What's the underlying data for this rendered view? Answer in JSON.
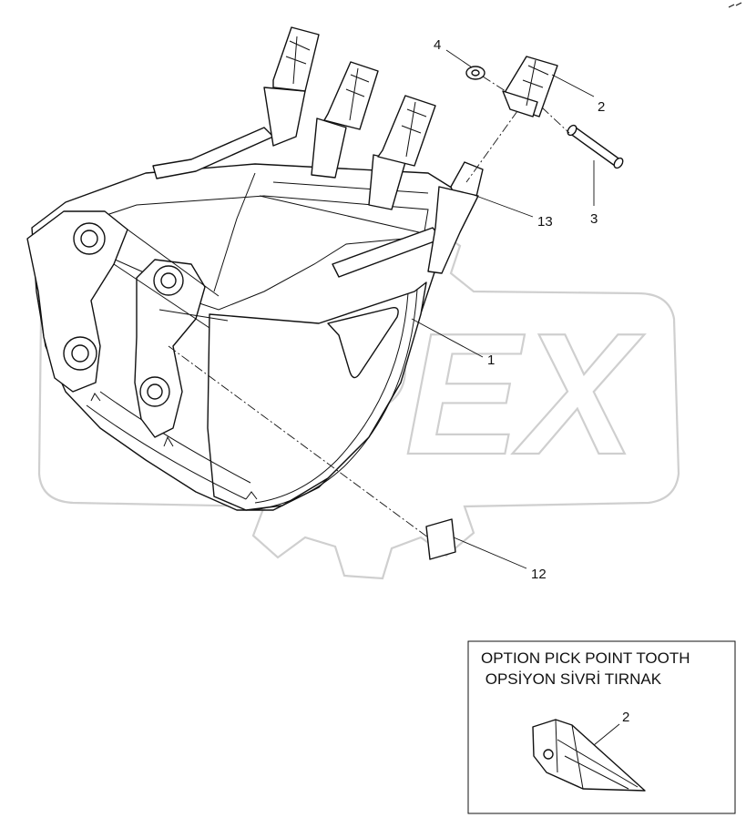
{
  "callouts": {
    "c1": "1",
    "c2": "2",
    "c3": "3",
    "c4": "4",
    "c12": "12",
    "c13": "13",
    "c_inset": "2"
  },
  "inset": {
    "line1": "OPTION PICK POINT TOOTH",
    "line2": " OPSİYON SİVRİ TIRNAK"
  },
  "watermark": {
    "text": "OPEX"
  },
  "colors": {
    "line": "#111111",
    "watermark": "#cfcfcf",
    "background": "#ffffff"
  }
}
